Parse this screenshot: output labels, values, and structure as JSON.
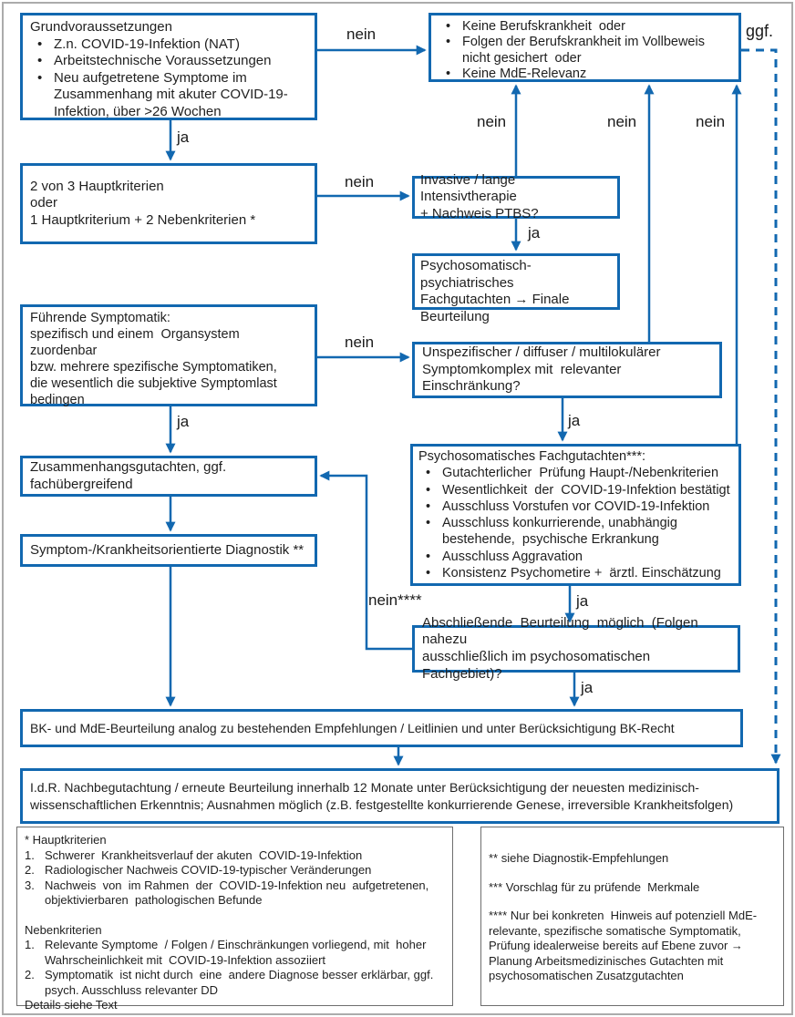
{
  "colors": {
    "accent": "#1268b0",
    "text": "#1f1f1f",
    "frame": "#ababab",
    "footnote_border": "#6e6e6e"
  },
  "boxes": {
    "grund": {
      "title": "Grundvoraussetzungen",
      "items": [
        "Z.n. COVID-19-Infektion (NAT)",
        "Arbeitstechnische Voraussetzungen",
        "Neu aufgetretene Symptome im Zusammenhang mit akuter COVID-19-Infektion, über >26 Wochen"
      ]
    },
    "keine_bk": {
      "items": [
        "Keine Berufskrankheit  oder",
        "Folgen der Berufskrankheit im Vollbeweis nicht gesichert  oder",
        "Keine MdE-Relevanz"
      ]
    },
    "kriterien": {
      "lines": [
        "2 von 3 Hauptkriterien",
        "oder",
        "1 Hauptkriterium + 2 Nebenkriterien *"
      ]
    },
    "invasive": {
      "lines": [
        "Invasive / lange Intensivtherapie",
        "+ Nachweis PTBS?"
      ]
    },
    "psych_gutachten": {
      "lines": [
        "Psychosomatisch-psychiatrisches",
        "Fachgutachten → Finale",
        "Beurteilung"
      ]
    },
    "fuehrend": {
      "lines": [
        "Führende Symptomatik:",
        "spezifisch und einem  Organsystem zuordenbar",
        "bzw. mehrere spezifische Symptomatiken,",
        "die wesentlich die subjektive Symptomlast",
        "bedingen"
      ]
    },
    "unspez": {
      "lines": [
        "Unspezifischer / diffuser / multilokulärer",
        "Symptomkomplex mit  relevanter Einschränkung?"
      ]
    },
    "zusammenhang": {
      "lines": [
        "Zusammenhangsgutachten, ggf.",
        "fachübergreifend"
      ]
    },
    "symptom": {
      "text": "Symptom-/Krankheitsorientierte Diagnostik **"
    },
    "psycho_fach": {
      "title": "Psychosomatisches Fachgutachten***:",
      "items": [
        "Gutachterlicher  Prüfung Haupt-/Nebenkriterien",
        "Wesentlichkeit  der  COVID-19-Infektion bestätigt",
        "Ausschluss Vorstufen vor COVID-19-Infektion",
        "Ausschluss konkurrierende, unabhängig bestehende,  psychische Erkrankung",
        "Ausschluss Aggravation",
        "Konsistenz Psychometire +  ärztl. Einschätzung"
      ]
    },
    "abschliessend": {
      "lines": [
        "Abschließende  Beurteilung  möglich  (Folgen nahezu",
        "ausschließlich im psychosomatischen Fachgebiet)?"
      ]
    },
    "bk": {
      "text": "BK- und MdE-Beurteilung analog zu bestehenden Empfehlungen / Leitlinien und unter Berücksichtigung BK-Recht"
    },
    "idr": {
      "text": "I.d.R. Nachbegutachtung / erneute Beurteilung innerhalb 12 Monate unter Berücksichtigung der neuesten medizinisch-wissenschaftlichen Erkenntnis; Ausnahmen möglich (z.B. festgestellte konkurrierende Genese, irreversible Krankheitsfolgen)"
    }
  },
  "labels": {
    "nein_grund": "nein",
    "ja_grund": "ja",
    "nein_kriterien": "nein",
    "ja_invasive": "ja",
    "nein_invasive": "nein",
    "nein_fuehrend": "nein",
    "ja_fuehrend": "ja",
    "ja_unspez": "ja",
    "nein_unspez": "nein",
    "nein_psycho": "nein",
    "ja_psycho": "ja",
    "nein_abschliessend": "nein****",
    "ja_abschliessend": "ja",
    "ggf": "ggf."
  },
  "footnotes": {
    "left": {
      "title": "* Hauptkriterien",
      "haupt": [
        {
          "n": "1.",
          "t": "Schwerer  Krankheitsverlauf der akuten  COVID-19-Infektion"
        },
        {
          "n": "2.",
          "t": "Radiologischer Nachweis COVID-19-typischer Veränderungen"
        },
        {
          "n": "3.",
          "t": "Nachweis  von  im Rahmen  der  COVID-19-Infektion neu  aufgetretenen, objektivierbaren  pathologischen Befunde"
        }
      ],
      "subtitle": "Nebenkriterien",
      "neben": [
        {
          "n": "1.",
          "t": "Relevante Symptome  / Folgen / Einschränkungen vorliegend, mit  hoher Wahrscheinlichkeit mit  COVID-19-Infektion assoziiert"
        },
        {
          "n": "2.",
          "t": "Symptomatik  ist nicht durch  eine  andere Diagnose besser erklärbar, ggf. psych. Ausschluss relevanter DD"
        }
      ],
      "details": "Details siehe Text"
    },
    "right": {
      "items": [
        "** siehe Diagnostik-Empfehlungen",
        "*** Vorschlag für zu prüfende  Merkmale",
        "**** Nur bei konkreten  Hinweis auf potenziell MdE-relevante, spezifische somatische Symptomatik,  Prüfung idealerweise bereits auf Ebene zuvor → Planung Arbeitsmedizinisches Gutachten mit psychosomatischen Zusatzgutachten"
      ]
    }
  }
}
